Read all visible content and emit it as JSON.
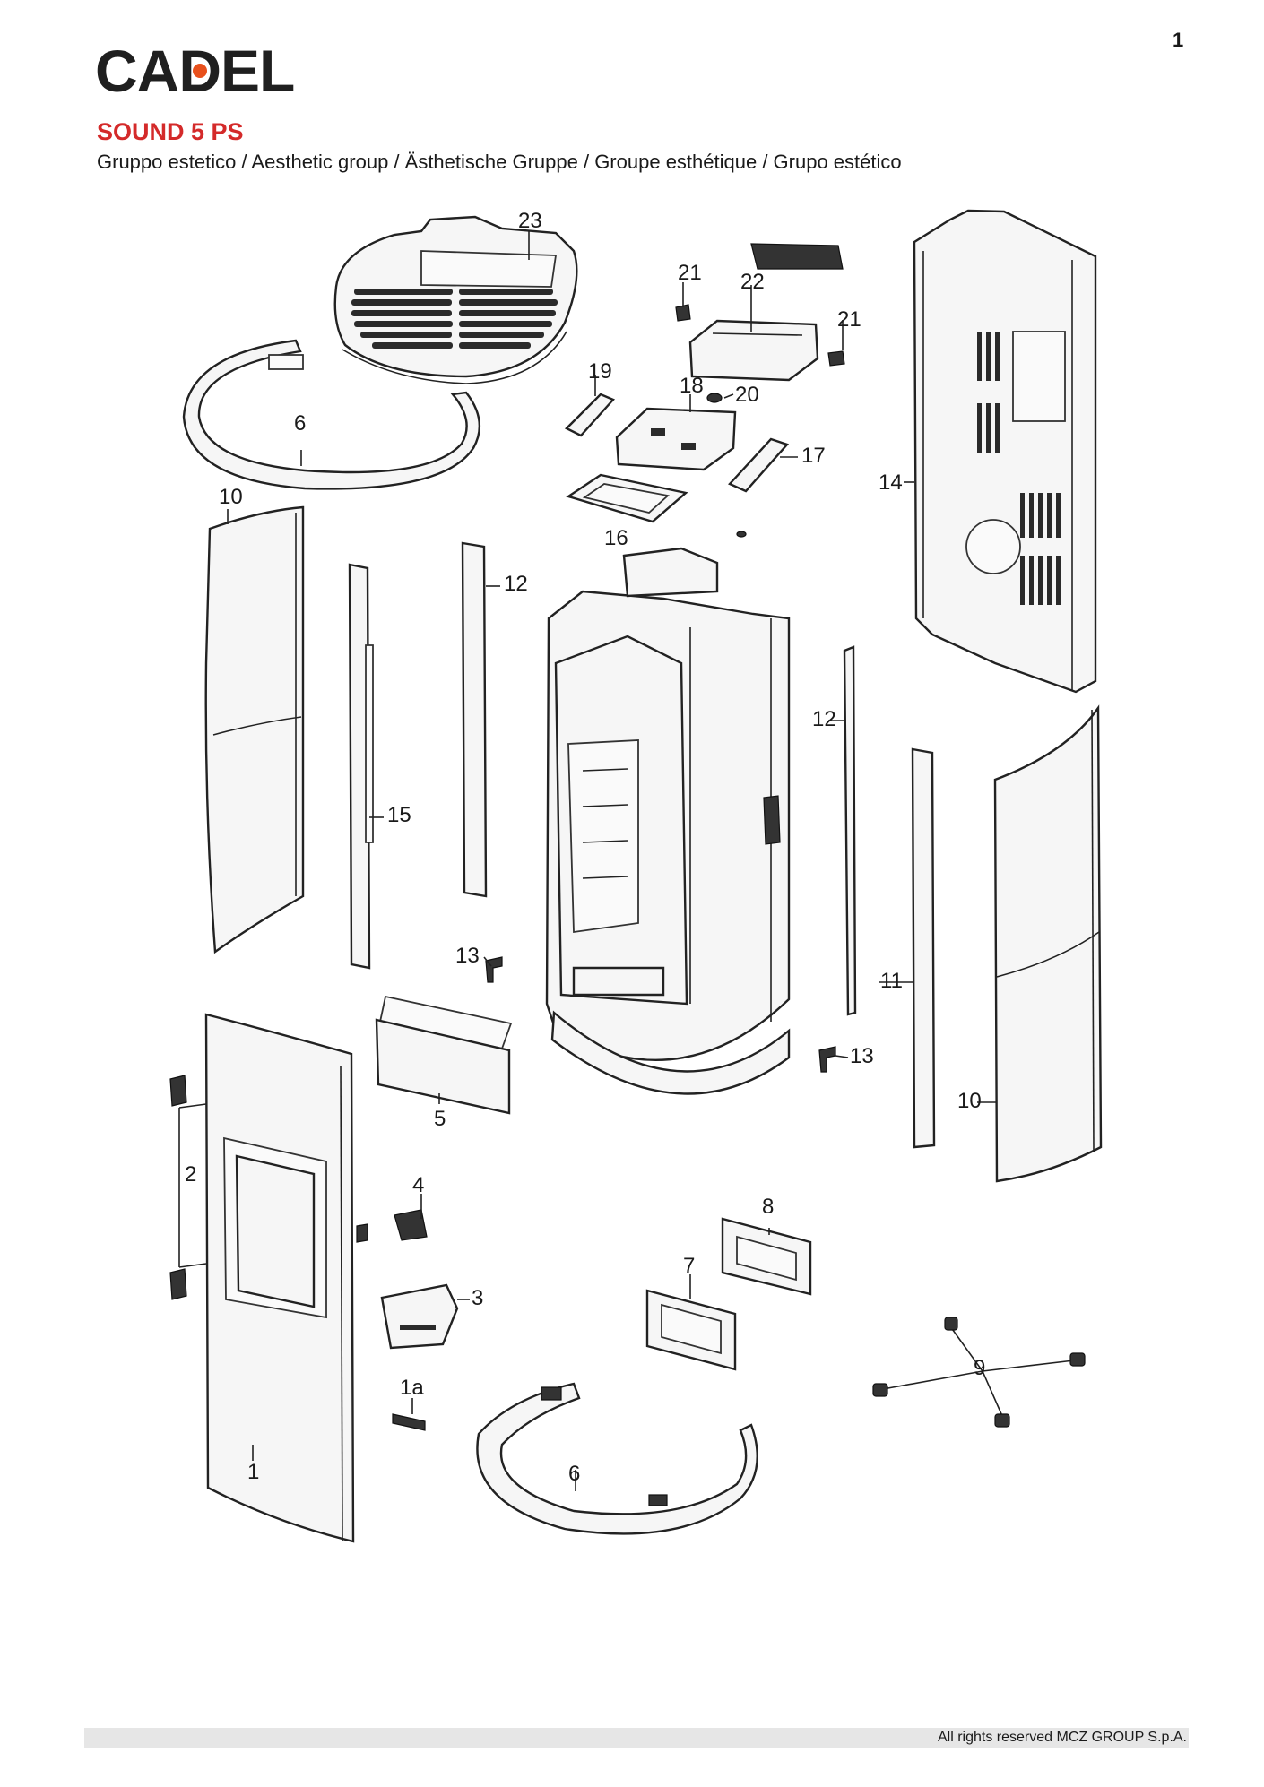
{
  "header": {
    "page_number": "1",
    "brand": "CADEL",
    "model": "SOUND 5 PS",
    "group_title": "Gruppo estetico / Aesthetic group / Ästhetische Gruppe / Groupe esthétique / Grupo estético"
  },
  "callouts": {
    "c23": "23",
    "c22": "22",
    "c21a": "21",
    "c21b": "21",
    "c20": "20",
    "c19": "19",
    "c18": "18",
    "c17": "17",
    "c16": "16",
    "c14": "14",
    "c6a": "6",
    "c10a": "10",
    "c12a": "12",
    "c15": "15",
    "c12b": "12",
    "c13a": "13",
    "c13b": "13",
    "c11": "11",
    "c10b": "10",
    "c5": "5",
    "c2": "2",
    "c4": "4",
    "c3": "3",
    "c8": "8",
    "c7": "7",
    "c9": "9",
    "c1a": "1a",
    "c1": "1",
    "c6b": "6"
  },
  "footer": {
    "rights": "All rights reserved MCZ GROUP S.p.A."
  }
}
